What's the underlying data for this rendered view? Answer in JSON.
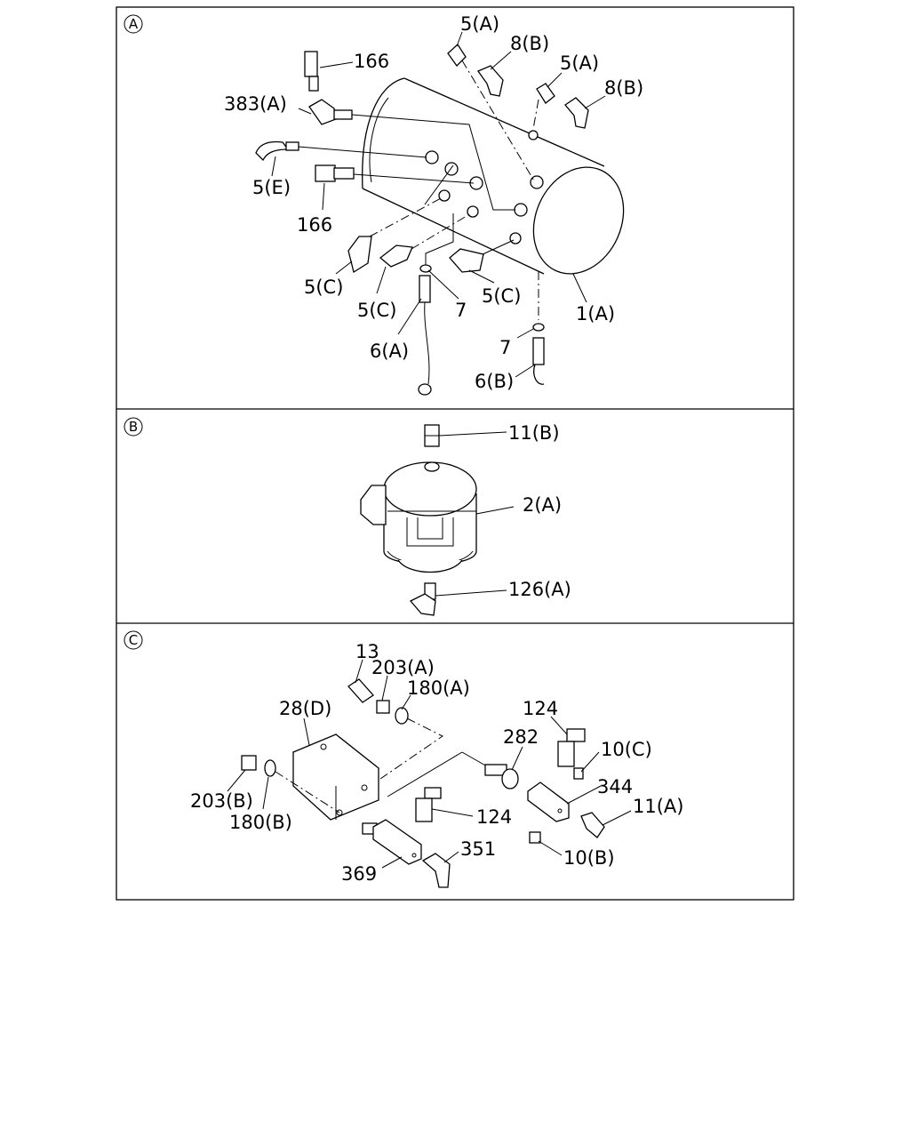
{
  "sections": {
    "a": {
      "badge": "A"
    },
    "b": {
      "badge": "B"
    },
    "c": {
      "badge": "C"
    }
  },
  "labels": {
    "a": {
      "l166_top": "166",
      "l383a": "383(A)",
      "l5e": "5(E)",
      "l166_bottom": "166",
      "l5a_1": "5(A)",
      "l8b_1": "8(B)",
      "l5a_2": "5(A)",
      "l8b_2": "8(B)",
      "l5c_1": "5(C)",
      "l5c_2": "5(C)",
      "l7_1": "7",
      "l5c_3": "5(C)",
      "l1a": "1(A)",
      "l6a": "6(A)",
      "l7_2": "7",
      "l6b": "6(B)"
    },
    "b": {
      "l11b": "11(B)",
      "l2a": "2(A)",
      "l126a": "126(A)"
    },
    "c": {
      "l13": "13",
      "l203a": "203(A)",
      "l180a": "180(A)",
      "l28d": "28(D)",
      "l124_top": "124",
      "l282": "282",
      "l10c": "10(C)",
      "l344": "344",
      "l203b": "203(B)",
      "l180b": "180(B)",
      "l124_mid": "124",
      "l11a": "11(A)",
      "l351": "351",
      "l369": "369",
      "l10b": "10(B)"
    }
  }
}
